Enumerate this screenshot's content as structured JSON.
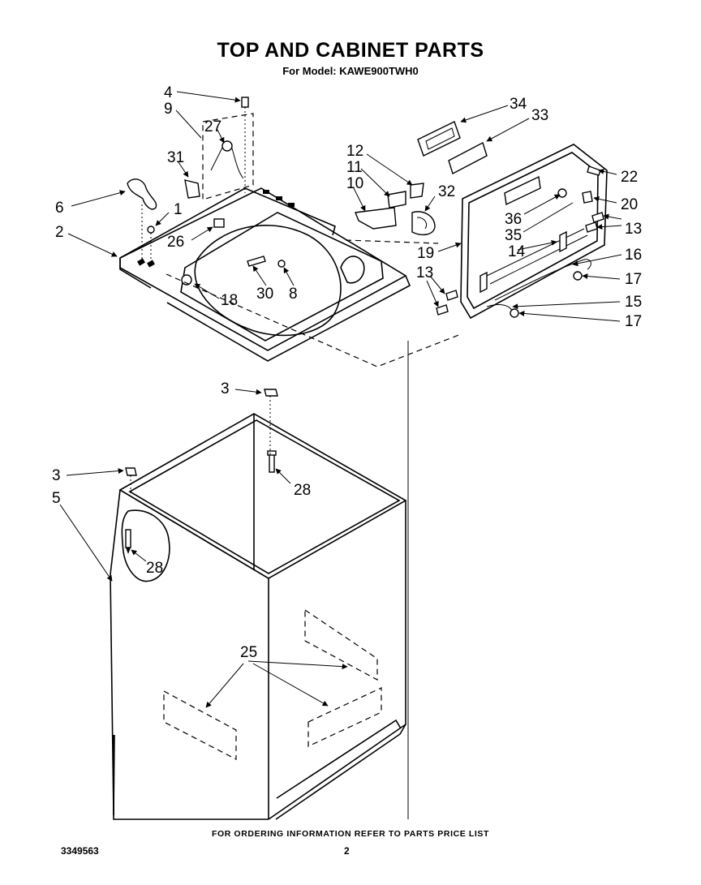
{
  "title": "TOP AND CABINET PARTS",
  "subtitle": "For Model: KAWE900TWH0",
  "footer_note": "FOR ORDERING INFORMATION REFER TO PARTS PRICE LIST",
  "document_number": "3349563",
  "page_number": "2",
  "callouts": {
    "c4": "4",
    "c9": "9",
    "c27": "27",
    "c31": "31",
    "c6": "6",
    "c1": "1",
    "c2": "2",
    "c26": "26",
    "c18": "18",
    "c30": "30",
    "c8": "8",
    "c12": "12",
    "c11": "11",
    "c10": "10",
    "c32": "32",
    "c34": "34",
    "c33": "33",
    "c22": "22",
    "c20": "20",
    "c36": "36",
    "c35": "35",
    "c13a": "13",
    "c13b": "13",
    "c19": "19",
    "c14": "14",
    "c16": "16",
    "c17a": "17",
    "c15": "15",
    "c17b": "17",
    "c3a": "3",
    "c3b": "3",
    "c28a": "28",
    "c28b": "28",
    "c5": "5",
    "c25": "25"
  }
}
